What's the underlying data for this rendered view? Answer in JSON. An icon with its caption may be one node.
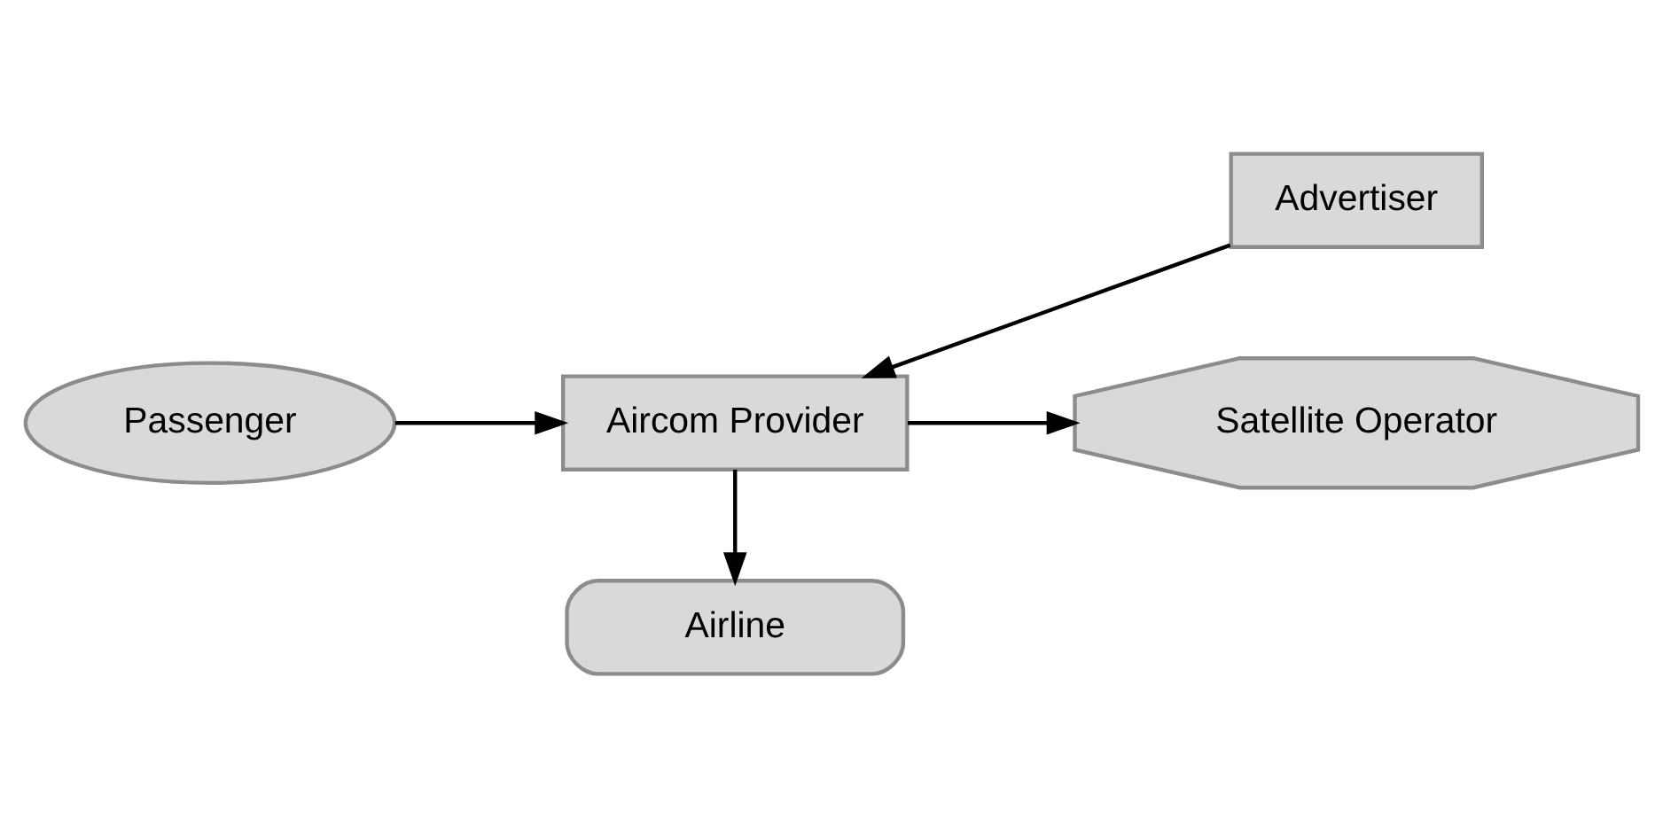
{
  "diagram": {
    "nodes": [
      {
        "text": [
          "Advertiser"
        ]
      },
      {
        "text": [
          "Passenger"
        ]
      },
      {
        "text": [
          "Aircom Provider"
        ]
      },
      {
        "text": [
          "Satellite Operator"
        ]
      },
      {
        "text": [
          "Airline"
        ]
      }
    ],
    "edges": [
      {
        "from": 0,
        "to": 2,
        "arrow": "to"
      },
      {
        "from": 1,
        "to": 2,
        "arrow": "to"
      },
      {
        "from": 2,
        "to": 3,
        "arrow": "to"
      },
      {
        "from": 2,
        "to": 4,
        "arrow": "to"
      }
    ]
  }
}
